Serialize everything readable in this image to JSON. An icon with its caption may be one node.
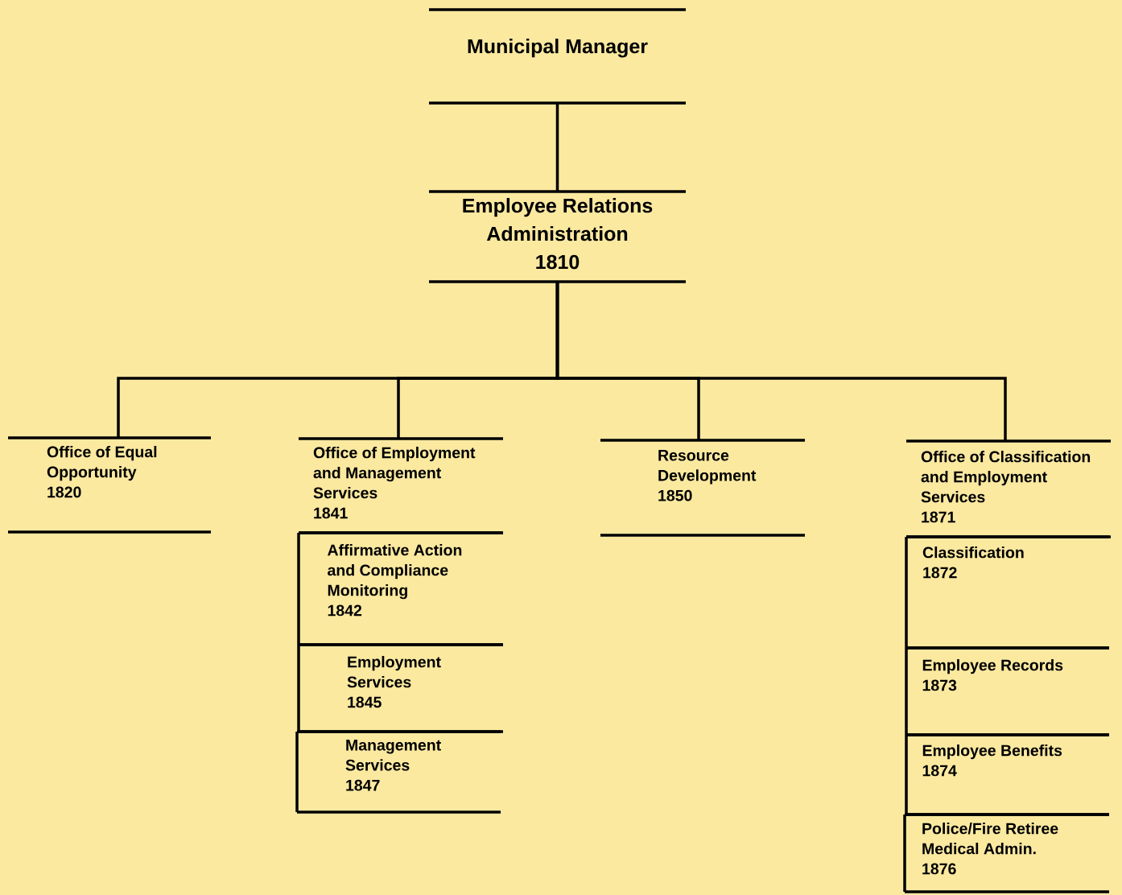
{
  "diagram": {
    "nodes": [
      {
        "text": [
          "Municipal Manager"
        ]
      },
      {
        "text": [
          "Employee Relations Administration",
          "1810"
        ]
      },
      {
        "text": [
          "Office of Equal Opportunity",
          "1820"
        ]
      },
      {
        "text": [
          "Office of Employment and Management Services",
          "1841"
        ]
      },
      {
        "text": [
          "Affirmative Action and Compliance Monitoring",
          "1842"
        ]
      },
      {
        "text": [
          "Employment Services",
          "1845"
        ]
      },
      {
        "text": [
          "Management Services",
          "1847"
        ]
      },
      {
        "text": [
          "Resource Development",
          "1850"
        ]
      },
      {
        "text": [
          "Office of Classification and Employment Services",
          "1871"
        ]
      },
      {
        "text": [
          "Classification",
          "1872"
        ]
      },
      {
        "text": [
          "Employee Records",
          "1873"
        ]
      },
      {
        "text": [
          "Employee Benefits",
          "1874"
        ]
      },
      {
        "text": [
          "Police/Fire Retiree Medical Admin.",
          "1876"
        ]
      }
    ],
    "edges": [
      {
        "from": 0,
        "to": 1,
        "arrow": "none"
      },
      {
        "from": 1,
        "to": 2,
        "arrow": "none"
      },
      {
        "from": 1,
        "to": 3,
        "arrow": "none"
      },
      {
        "from": 1,
        "to": 7,
        "arrow": "none"
      },
      {
        "from": 1,
        "to": 8,
        "arrow": "none"
      }
    ]
  }
}
